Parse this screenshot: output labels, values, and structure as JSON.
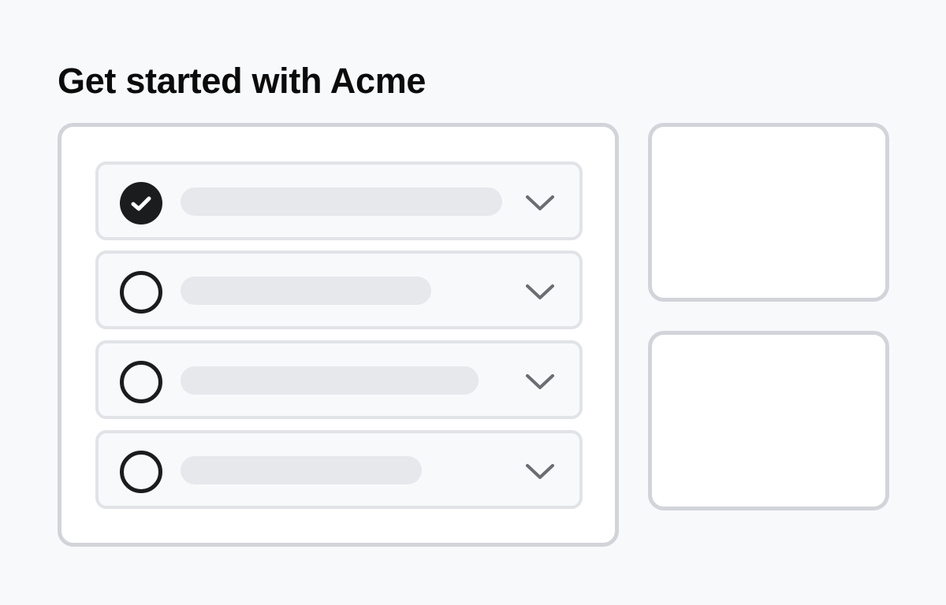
{
  "page": {
    "title": "Get started with Acme"
  },
  "checklist": {
    "items": [
      {
        "status": "complete",
        "placeholder_width": 408,
        "expanded": false
      },
      {
        "status": "incomplete",
        "placeholder_width": 318,
        "expanded": false
      },
      {
        "status": "incomplete",
        "placeholder_width": 378,
        "expanded": false
      },
      {
        "status": "incomplete",
        "placeholder_width": 306,
        "expanded": false
      }
    ],
    "icons": {
      "complete": "check-circle-icon",
      "incomplete": "empty-circle-icon",
      "toggle": "chevron-down-icon"
    }
  },
  "side_cards": [
    {
      "content": ""
    },
    {
      "content": ""
    }
  ],
  "colors": {
    "background": "#f8f9fb",
    "card_border": "#d2d4da",
    "item_border": "#e1e3e7",
    "placeholder": "#e6e8ec",
    "check_fill": "#1b1c1e",
    "chevron": "#6b6d72"
  }
}
